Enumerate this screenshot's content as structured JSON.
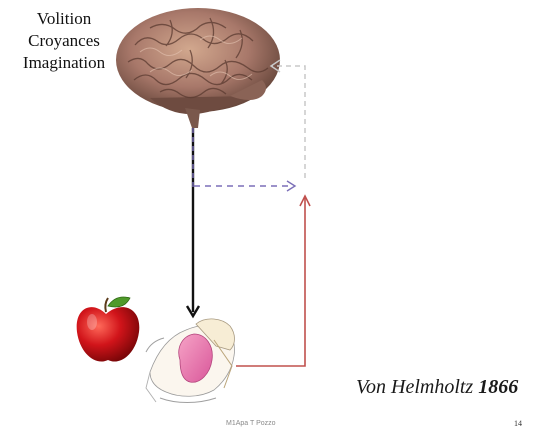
{
  "labels": {
    "volition": "Volition",
    "croyances": "Croyances",
    "imagination": "Imagination"
  },
  "caption": {
    "author": "Von Helmholtz",
    "year": "1866"
  },
  "footer": {
    "text": "M1Apa T Pozzo",
    "page": "14"
  },
  "colors": {
    "motor_command_arrow": "#111111",
    "efference_copy_arrow": "#7b6fb8",
    "sensory_feedback_arrow": "#c0504d",
    "comparison_arrow": "#c8c8c8"
  },
  "icons": [
    "brain-icon",
    "apple-icon",
    "arm-muscle-icon"
  ]
}
